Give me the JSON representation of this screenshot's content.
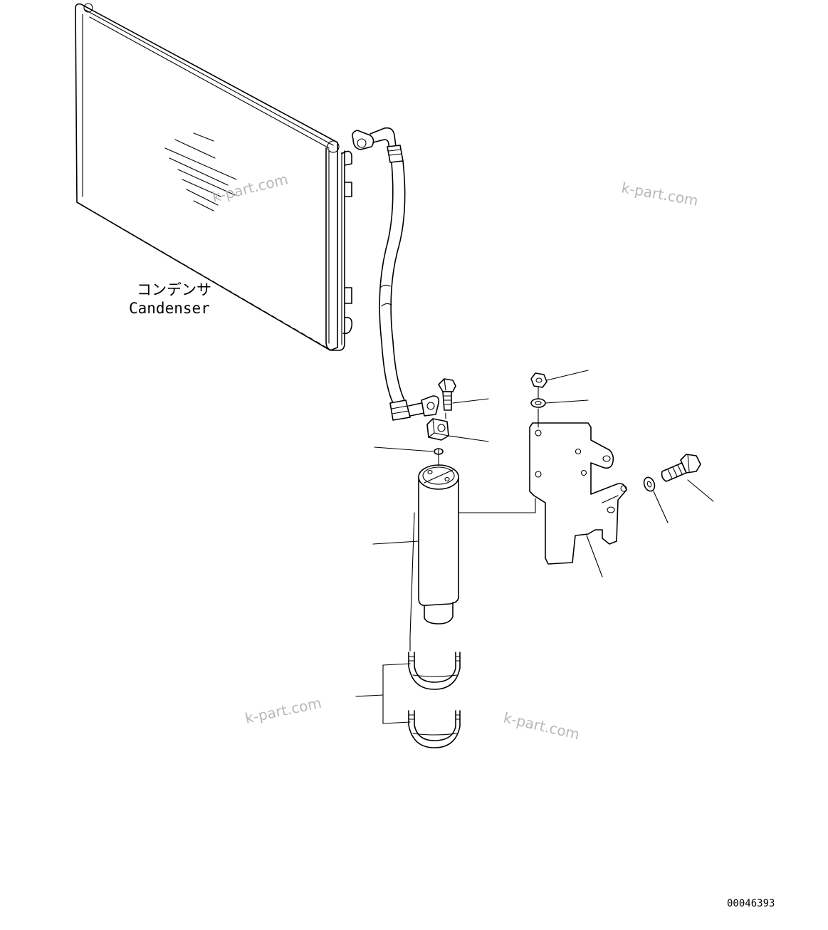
{
  "labels": {
    "condenser_jp": "コンデンサ",
    "condenser_en": "Candenser"
  },
  "watermark": "k-part.com",
  "drawing_number": "00046393",
  "colors": {
    "line": "#000000",
    "watermark": "#b8b8b8",
    "background": "#ffffff"
  }
}
